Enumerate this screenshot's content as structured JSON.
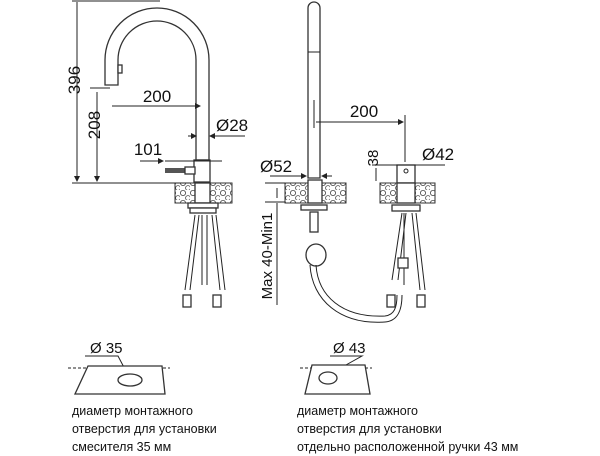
{
  "left_faucet": {
    "height_total": "396",
    "height_spout": "208",
    "reach": "200",
    "tube_diameter": "Ø28",
    "lever_offset": "101",
    "hole_diameter": "Ø 35",
    "caption": [
      "диаметр монтажного",
      "отверстия для установки",
      "смесителя 35 мм"
    ]
  },
  "right_faucet": {
    "base_diameter": "Ø52",
    "counter_thickness": "Max 40-Min1",
    "handle_distance": "200",
    "handle_height": "38",
    "handle_diameter": "Ø42",
    "hole_diameter": "Ø 43",
    "caption": [
      "диаметр монтажного",
      "отверстия для установки",
      "отдельно расположенной ручки 43 мм"
    ]
  },
  "colors": {
    "line": "#222222",
    "background": "#ffffff"
  }
}
